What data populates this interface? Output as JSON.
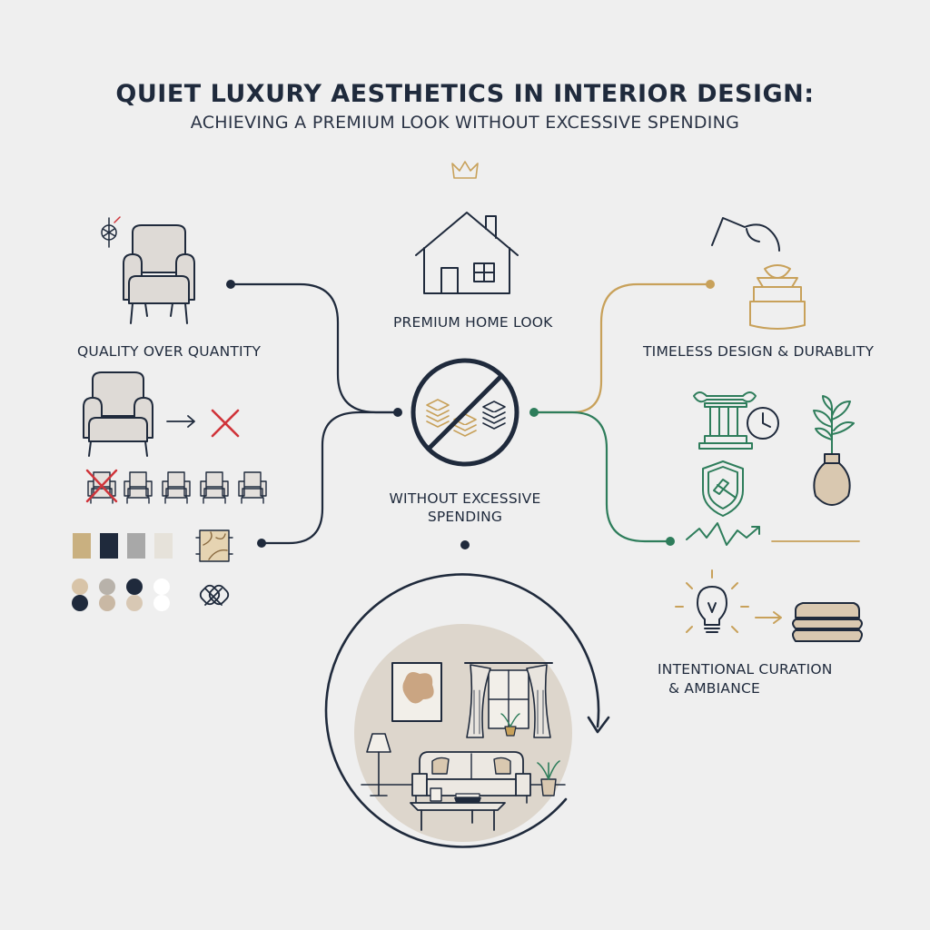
{
  "header": {
    "title": "QUIET LUXURY AESTHETICS IN INTERIOR DESIGN:",
    "subtitle": "ACHIEVING A PREMIUM LOOK WITHOUT EXCESSIVE SPENDING"
  },
  "nodes": {
    "quality": "QUALITY OVER QUANTITY",
    "premium": "PREMIUM HOME LOOK",
    "spending_line1": "WITHOUT EXCESSIVE",
    "spending_line2": "SPENDING",
    "timeless": "TIMELESS DESIGN & DURABLITY",
    "curation_line1": "INTENTIONAL CURATION",
    "curation_line2": "& AMBIANCE"
  },
  "colors": {
    "navy": "#1f2a3c",
    "gold": "#c8a15a",
    "green": "#2e7d5b",
    "red": "#d0343a",
    "beige": "#d9c8b0",
    "background": "#efefef"
  },
  "icons": [
    "crown-icon",
    "house-icon",
    "armchair-icon",
    "yarn-icon",
    "x-mark-icon",
    "no-stacked-money-icon",
    "hand-bowl-icon",
    "column-icon",
    "clock-icon",
    "plant-vase-icon",
    "shield-hammer-icon",
    "zigzag-arrow-icon",
    "lightbulb-icon",
    "folded-towels-icon",
    "swatch-icon",
    "knot-icon",
    "living-room-icon"
  ]
}
